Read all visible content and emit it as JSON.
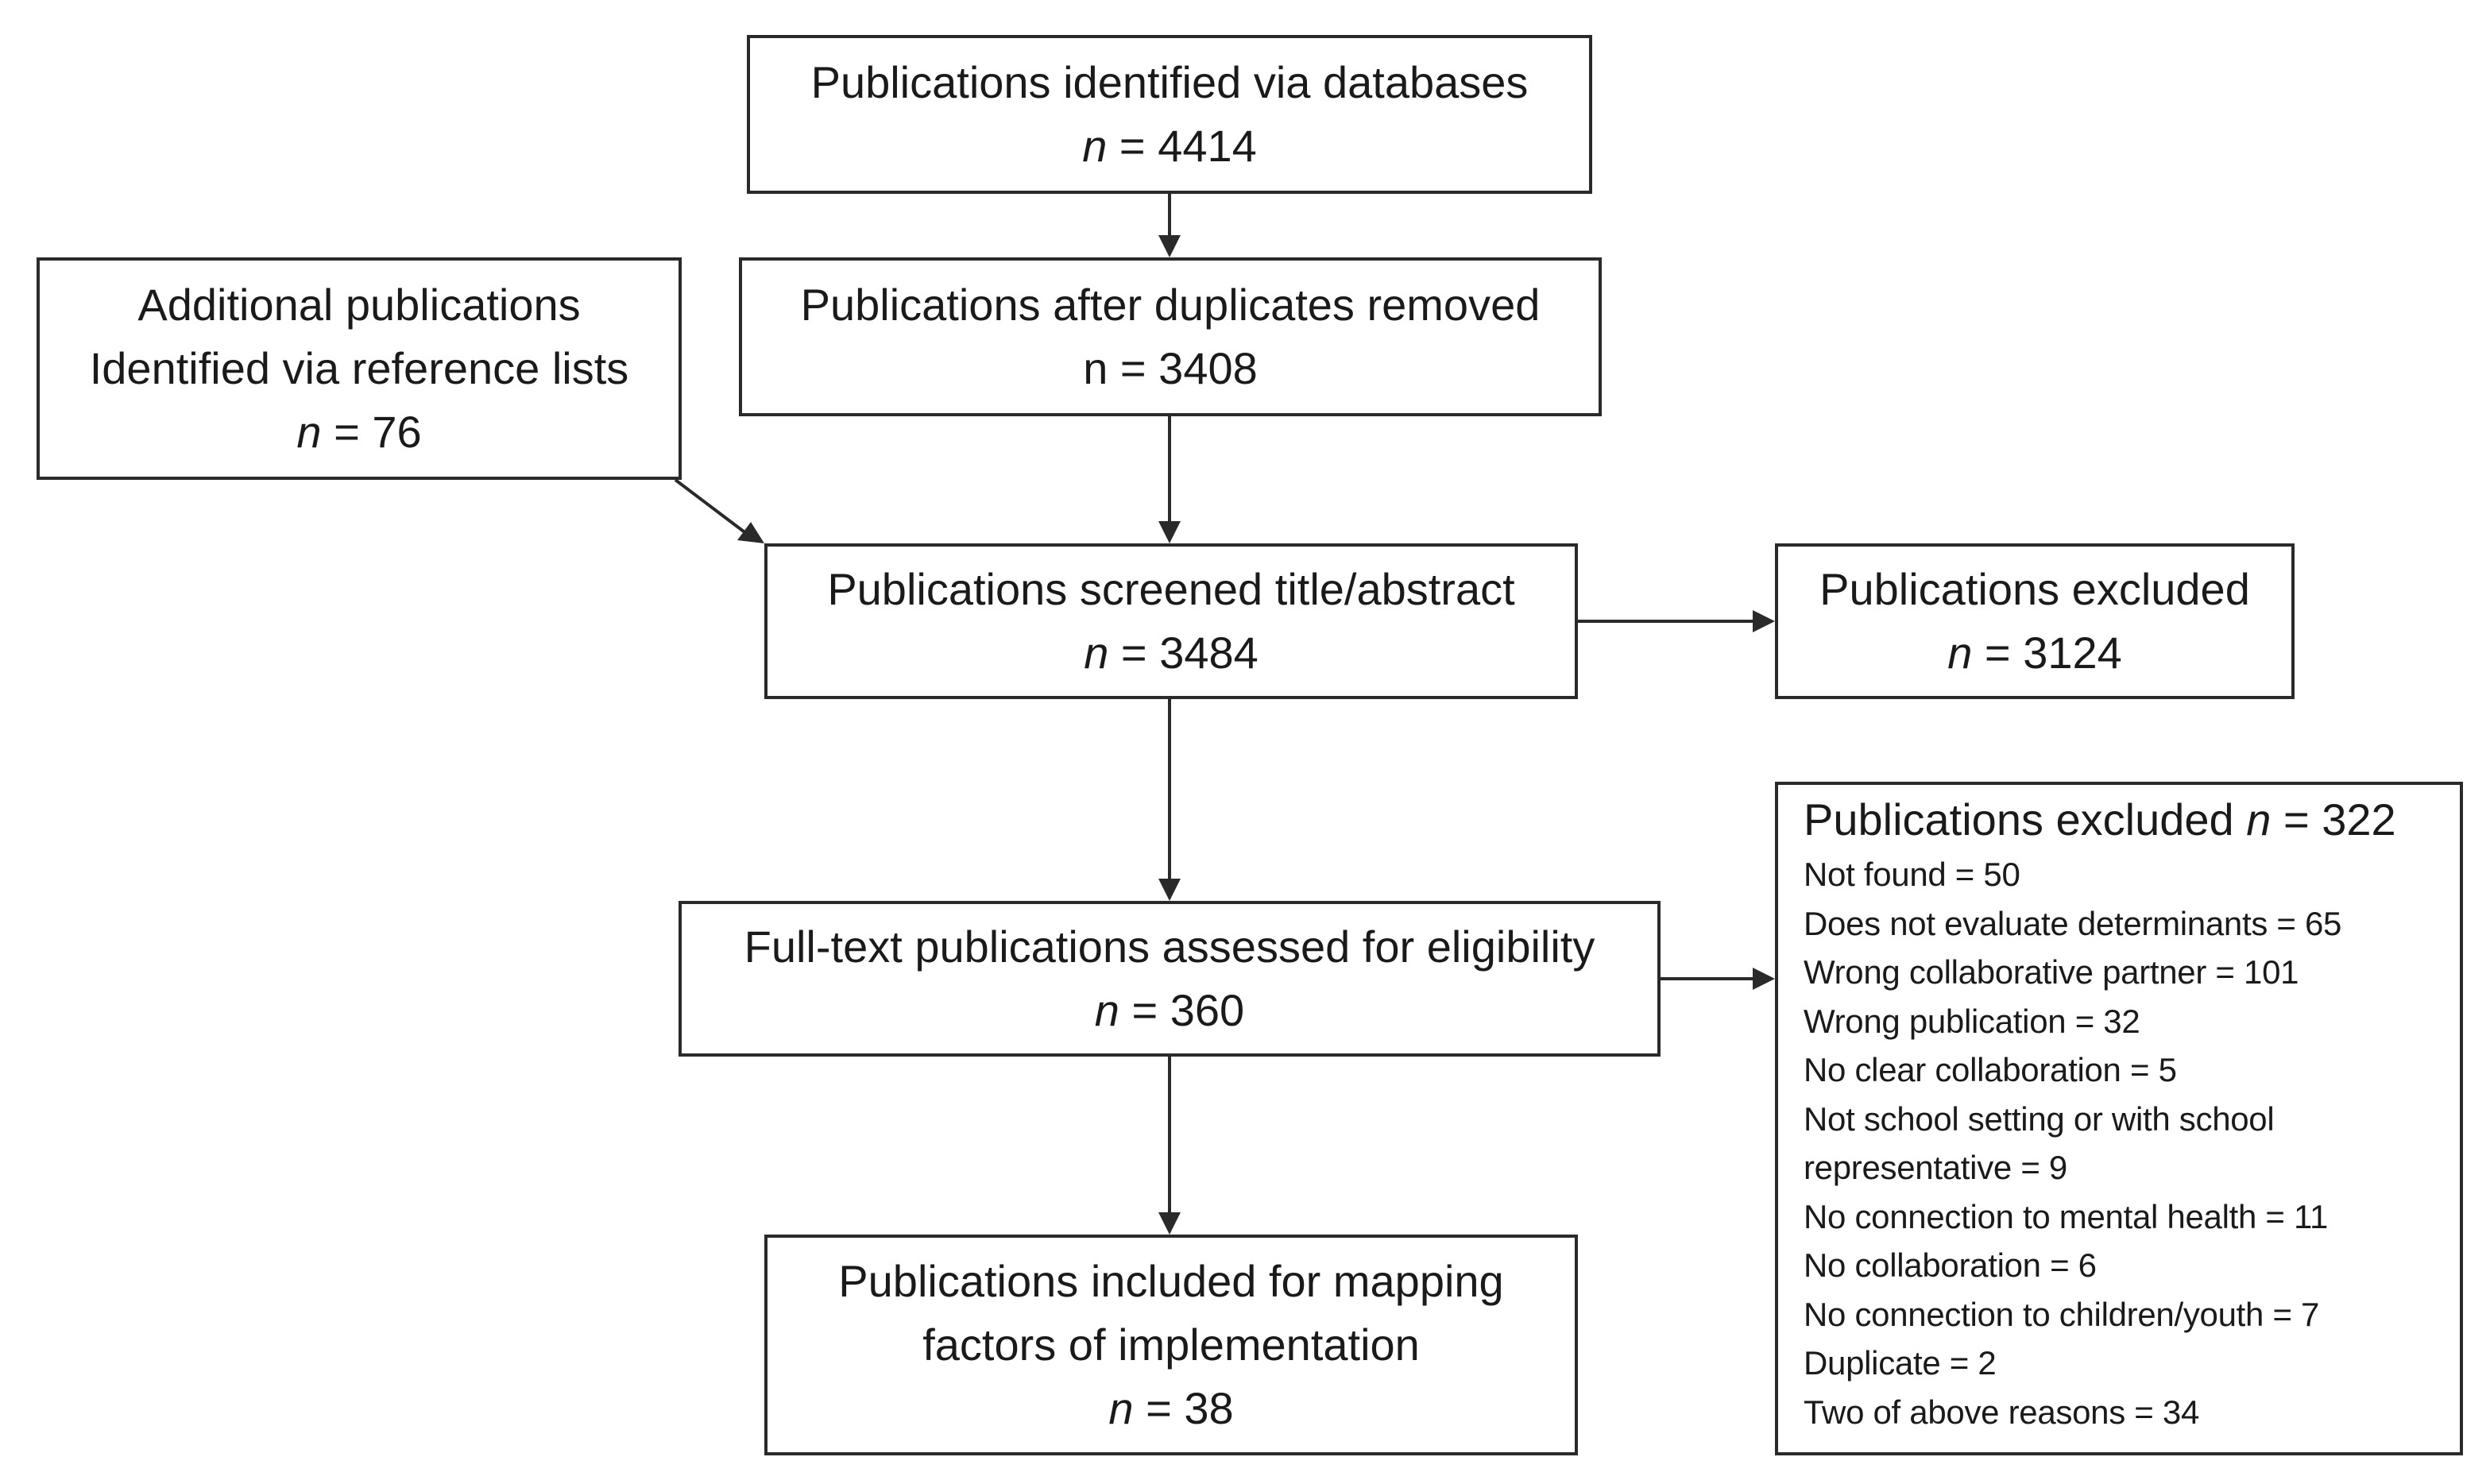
{
  "boxes": {
    "identified": {
      "label": "Publications identified via databases",
      "n_prefix": "n",
      "n_value": " = 4414"
    },
    "after_duplicates": {
      "label": "Publications after duplicates removed",
      "n_text": "n = 3408"
    },
    "additional": {
      "line1": "Additional publications",
      "line2": "Identified via reference lists",
      "n_prefix": "n",
      "n_value": " = 76"
    },
    "screened": {
      "label": "Publications screened title/abstract",
      "n_prefix": "n",
      "n_value": " = 3484"
    },
    "excluded_screening": {
      "label": "Publications excluded",
      "n_prefix": "n",
      "n_value": " = 3124"
    },
    "full_text": {
      "label": "Full-text publications assessed for eligibility",
      "n_prefix": "n",
      "n_value": " = 360"
    },
    "included": {
      "line1": "Publications included for mapping",
      "line2": "factors of implementation",
      "n_prefix": "n",
      "n_value": " = 38"
    },
    "excluded_full_text": {
      "heading": "Publications excluded ",
      "n_prefix": "n",
      "n_value": " = 322",
      "reasons": [
        "Not found = 50",
        "Does not evaluate  determinants = 65",
        "Wrong collaborative partner = 101",
        "Wrong publication = 32",
        "No clear collaboration = 5",
        "Not school setting or with school",
        "representative = 9",
        "No connection to mental health = 11",
        "No collaboration = 6",
        "No connection to children/youth = 7",
        "Duplicate = 2",
        "Two of above reasons = 34"
      ]
    }
  },
  "colors": {
    "stroke": "#2a2a2a",
    "text": "#1a1a1a",
    "background": "#ffffff"
  }
}
